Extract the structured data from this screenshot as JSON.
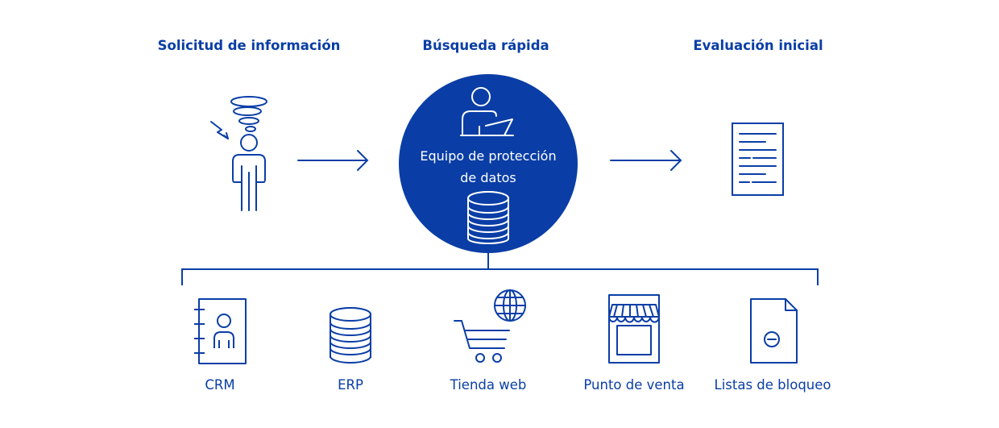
{
  "colors": {
    "primary": "#0a3ea6",
    "on_primary": "#ffffff"
  },
  "steps": [
    {
      "title": "Solicitud de información",
      "icon": "confused-person-icon"
    },
    {
      "title": "Búsqueda rápida",
      "icon": "person-at-laptop-icon"
    },
    {
      "title": "Evaluación inicial",
      "icon": "document-icon"
    }
  ],
  "center": {
    "line1": "Equipo de protección",
    "line2": "de datos",
    "icon": "database-stack-icon"
  },
  "sources": [
    {
      "label": "CRM",
      "icon": "contact-book-icon"
    },
    {
      "label": "ERP",
      "icon": "database-icon"
    },
    {
      "label": "Tienda web",
      "icon": "shopping-cart-globe-icon"
    },
    {
      "label": "Punto de venta",
      "icon": "storefront-icon"
    },
    {
      "label": "Listas de bloqueo",
      "icon": "blocked-file-icon"
    }
  ]
}
